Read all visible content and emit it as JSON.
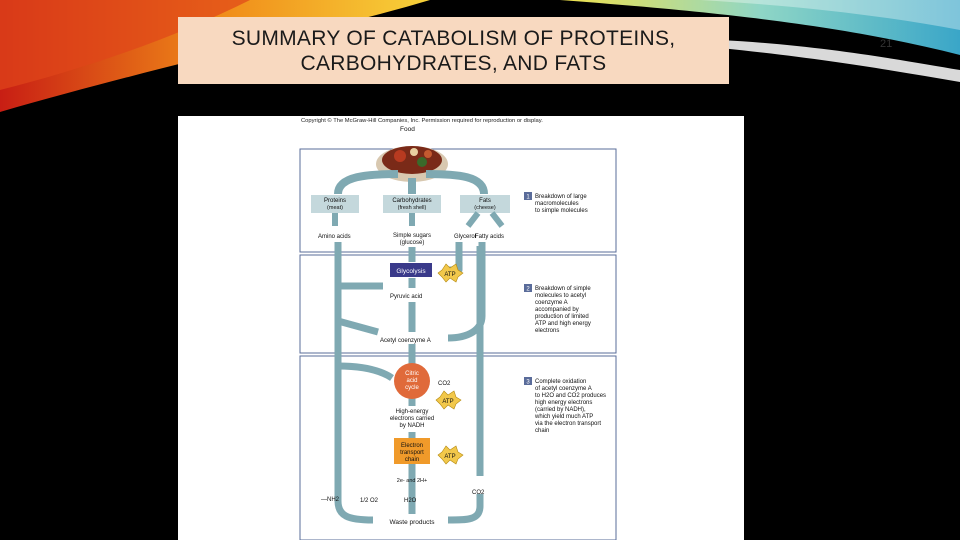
{
  "slide": {
    "title_line1": "SUMMARY OF CATABOLISM OF PROTEINS,",
    "title_line2": "CARBOHYDRATES, AND FATS",
    "page_number": "21"
  },
  "figure": {
    "copyright": "Copyright © The McGraw-Hill Companies, Inc. Permission required for reproduction or display.",
    "food_label": "Food",
    "proteins": {
      "name": "Proteins",
      "source": "(meat)"
    },
    "carbohydrates": {
      "name": "Carbohydrates",
      "source": "(fresh shell)"
    },
    "fats": {
      "name": "Fats",
      "source": "(cheese)"
    },
    "amino_acids": "Amino acids",
    "simple_sugars_1": "Simple sugars",
    "simple_sugars_2": "(glucose)",
    "glycerol": "Glycerol",
    "fatty_acids": "Fatty acids",
    "glycolysis": "Glycolysis",
    "atp": "ATP",
    "pyruvic_acid": "Pyruvic acid",
    "acetyl_coa": "Acetyl coenzyme A",
    "citric_1": "Citric",
    "citric_2": "acid",
    "citric_3": "cycle",
    "co2": "CO2",
    "high_energy_1": "High-energy",
    "high_energy_2": "electrons carried",
    "high_energy_3": "by NADH",
    "etc_1": "Electron",
    "etc_2": "transport",
    "etc_3": "chain",
    "electrons_h": "2e- and 2H+",
    "nh3": "—NH2",
    "half_o2": "1/2 O2",
    "h2o": "H2O",
    "waste": "Waste products",
    "stage1": {
      "number": "1",
      "lines": [
        "Breakdown of large",
        "macromolecules",
        "to simple molecules"
      ]
    },
    "stage2": {
      "number": "2",
      "lines": [
        "Breakdown of simple",
        "molecules to acetyl",
        "coenzyme A",
        "accompanied by",
        "production of limited",
        "ATP and high energy",
        "electrons"
      ]
    },
    "stage3": {
      "number": "3",
      "lines": [
        "Complete oxidation",
        "of acetyl coenzyme A",
        "to H2O and CO2 produces",
        "high energy electrons",
        "(carried by NADH),",
        "which yield much ATP",
        "via the electron transport",
        "chain"
      ]
    }
  }
}
